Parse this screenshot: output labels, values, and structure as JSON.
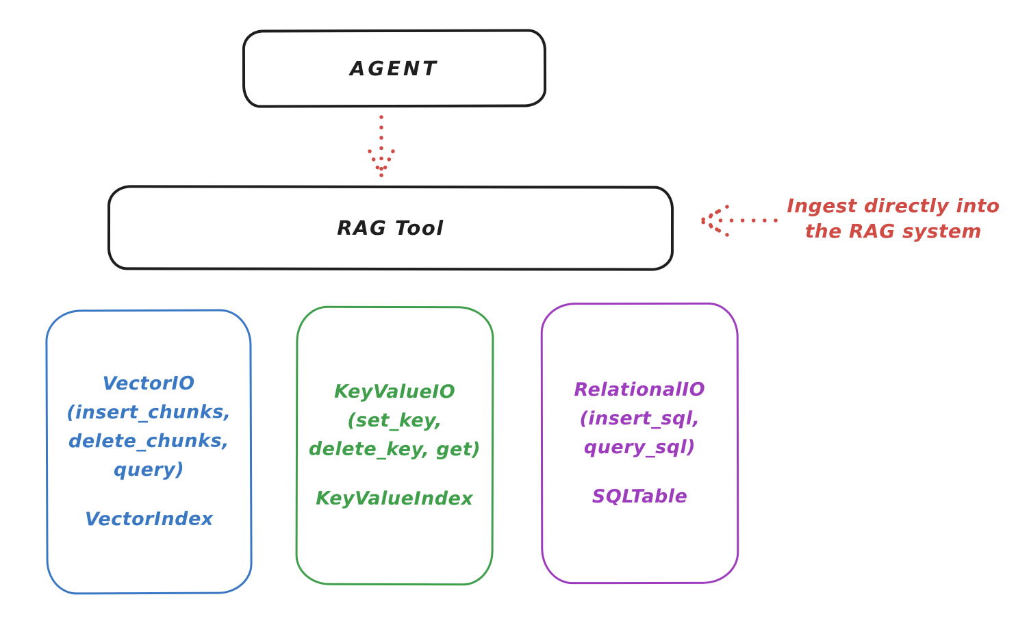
{
  "agent_box": {
    "label": "AGENT"
  },
  "rag_tool_box": {
    "label": "RAG Tool"
  },
  "annotation": {
    "lines": [
      "Ingest directly into",
      "the RAG system"
    ],
    "color": "#d14b45"
  },
  "io_boxes": [
    {
      "name": "vector-io",
      "methods": [
        "VectorIO",
        "(insert_chunks,",
        "delete_chunks,",
        "query)"
      ],
      "index_label": "VectorIndex",
      "color": "#3b78c3"
    },
    {
      "name": "keyvalue-io",
      "methods": [
        "KeyValueIO",
        "(set_key,",
        "delete_key, get)"
      ],
      "index_label": "KeyValueIndex",
      "color": "#3f9e49"
    },
    {
      "name": "relational-io",
      "methods": [
        "RelationalIO",
        "(insert_sql,",
        "query_sql)"
      ],
      "index_label": "SQLTable",
      "color": "#9d3dbd"
    }
  ],
  "arrows": [
    {
      "name": "agent-to-rag-arrow",
      "style": "dotted",
      "direction": "down",
      "color": "#d14b45"
    },
    {
      "name": "ingest-into-rag-arrow",
      "style": "dotted",
      "direction": "left",
      "color": "#d14b45"
    }
  ],
  "colors": {
    "outline": "#1e1e1e",
    "accent_red": "#d14b45",
    "background": "#ffffff"
  }
}
